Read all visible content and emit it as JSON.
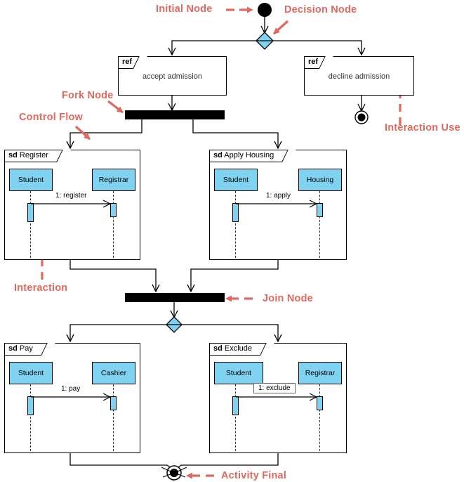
{
  "diagram": {
    "type": "UML Interaction Overview Diagram",
    "nodes": {
      "initial": "initial-node",
      "decision_top": "decision-node",
      "fork": "fork-node",
      "join": "join-node",
      "decision_bottom": "decision-node",
      "final_right": "final-node",
      "final_bottom": "activity-final-node"
    },
    "interaction_uses": [
      {
        "keyword": "ref",
        "name": "accept admission"
      },
      {
        "keyword": "ref",
        "name": "decline admission"
      }
    ],
    "interactions": [
      {
        "keyword": "sd",
        "name": "Register",
        "lifelines": [
          "Student",
          "Registrar"
        ],
        "message": "1: register",
        "boxed_label": false
      },
      {
        "keyword": "sd",
        "name": "Apply Housing",
        "lifelines": [
          "Student",
          "Housing"
        ],
        "message": "1: apply",
        "boxed_label": false
      },
      {
        "keyword": "sd",
        "name": "Pay",
        "lifelines": [
          "Student",
          "Cashier"
        ],
        "message": "1: pay",
        "boxed_label": false
      },
      {
        "keyword": "sd",
        "name": "Exclude",
        "lifelines": [
          "Student",
          "Registrar"
        ],
        "message": "1: exclude",
        "boxed_label": true
      }
    ],
    "annotations": [
      {
        "id": "initial-node",
        "label": "Initial Node"
      },
      {
        "id": "decision-node",
        "label": "Decision Node"
      },
      {
        "id": "fork-node",
        "label": "Fork Node"
      },
      {
        "id": "control-flow",
        "label": "Control Flow"
      },
      {
        "id": "interaction-use",
        "label": "Interaction Use"
      },
      {
        "id": "interaction",
        "label": "Interaction"
      },
      {
        "id": "join-node",
        "label": "Join Node"
      },
      {
        "id": "activity-final",
        "label": "Activity Final"
      }
    ],
    "colors": {
      "annotation": "#e0695f",
      "lifeline_fill": "#7FD3F0",
      "decision_fill": "#7FD3F0",
      "bar_fill": "#000000",
      "line": "#000000",
      "background": "#ffffff"
    }
  }
}
